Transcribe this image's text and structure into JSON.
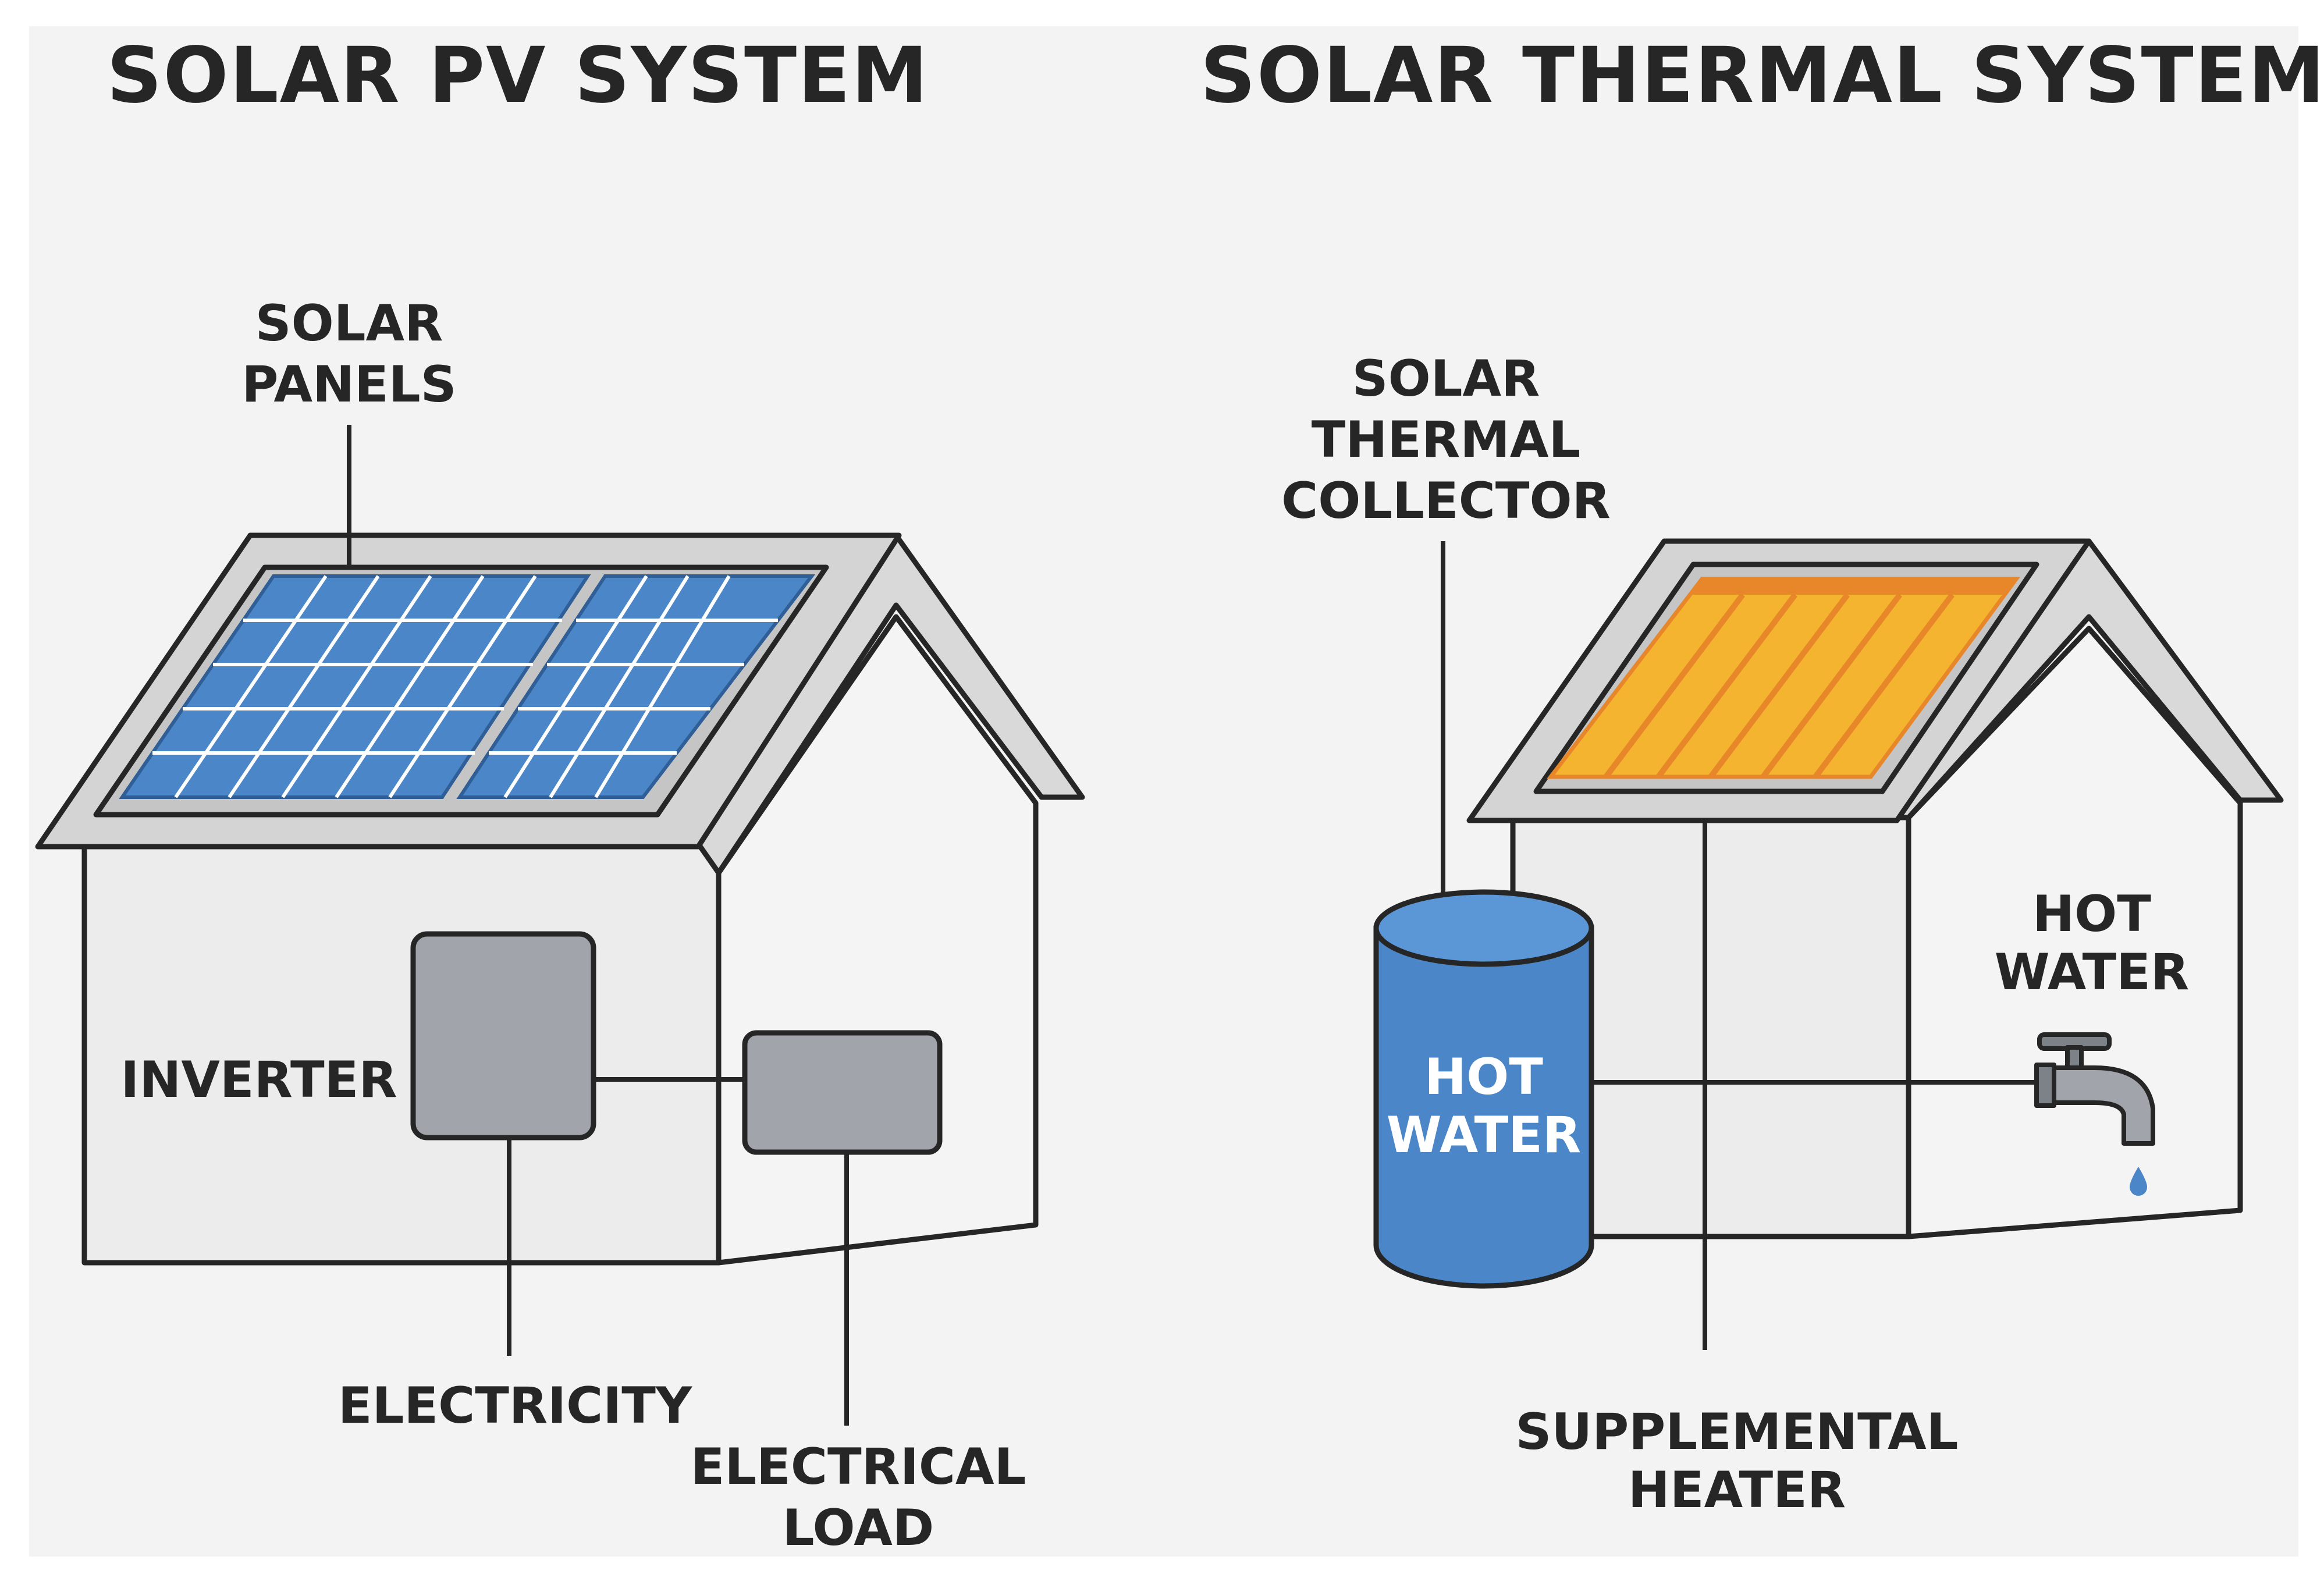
{
  "titles": {
    "pv": "SOLAR PV SYSTEM",
    "thermal": "SOLAR THERMAL SYSTEM"
  },
  "pv_labels": {
    "panels_1": "SOLAR",
    "panels_2": "PANELS",
    "inverter": "INVERTER",
    "electricity": "ELECTRICITY",
    "load_1": "ELECTRICAL",
    "load_2": "LOAD"
  },
  "thermal_labels": {
    "collector_1": "SOLAR",
    "collector_2": "THERMAL",
    "collector_3": "COLLECTOR",
    "hot_water_1": "HOT",
    "hot_water_2": "WATER",
    "tank_1": "HOT",
    "tank_2": "WATER",
    "heater_1": "SUPPLEMENTAL",
    "heater_2": "HEATER"
  },
  "colors": {
    "pv_panel": "#4a86c8",
    "collector": "#f5b430",
    "collector_stripe": "#e8862a",
    "tank": "#4a86c8",
    "device_gray": "#a1a5ab",
    "wall": "#eeeeee",
    "roof": "#d9d9d9",
    "outline": "#262626"
  }
}
